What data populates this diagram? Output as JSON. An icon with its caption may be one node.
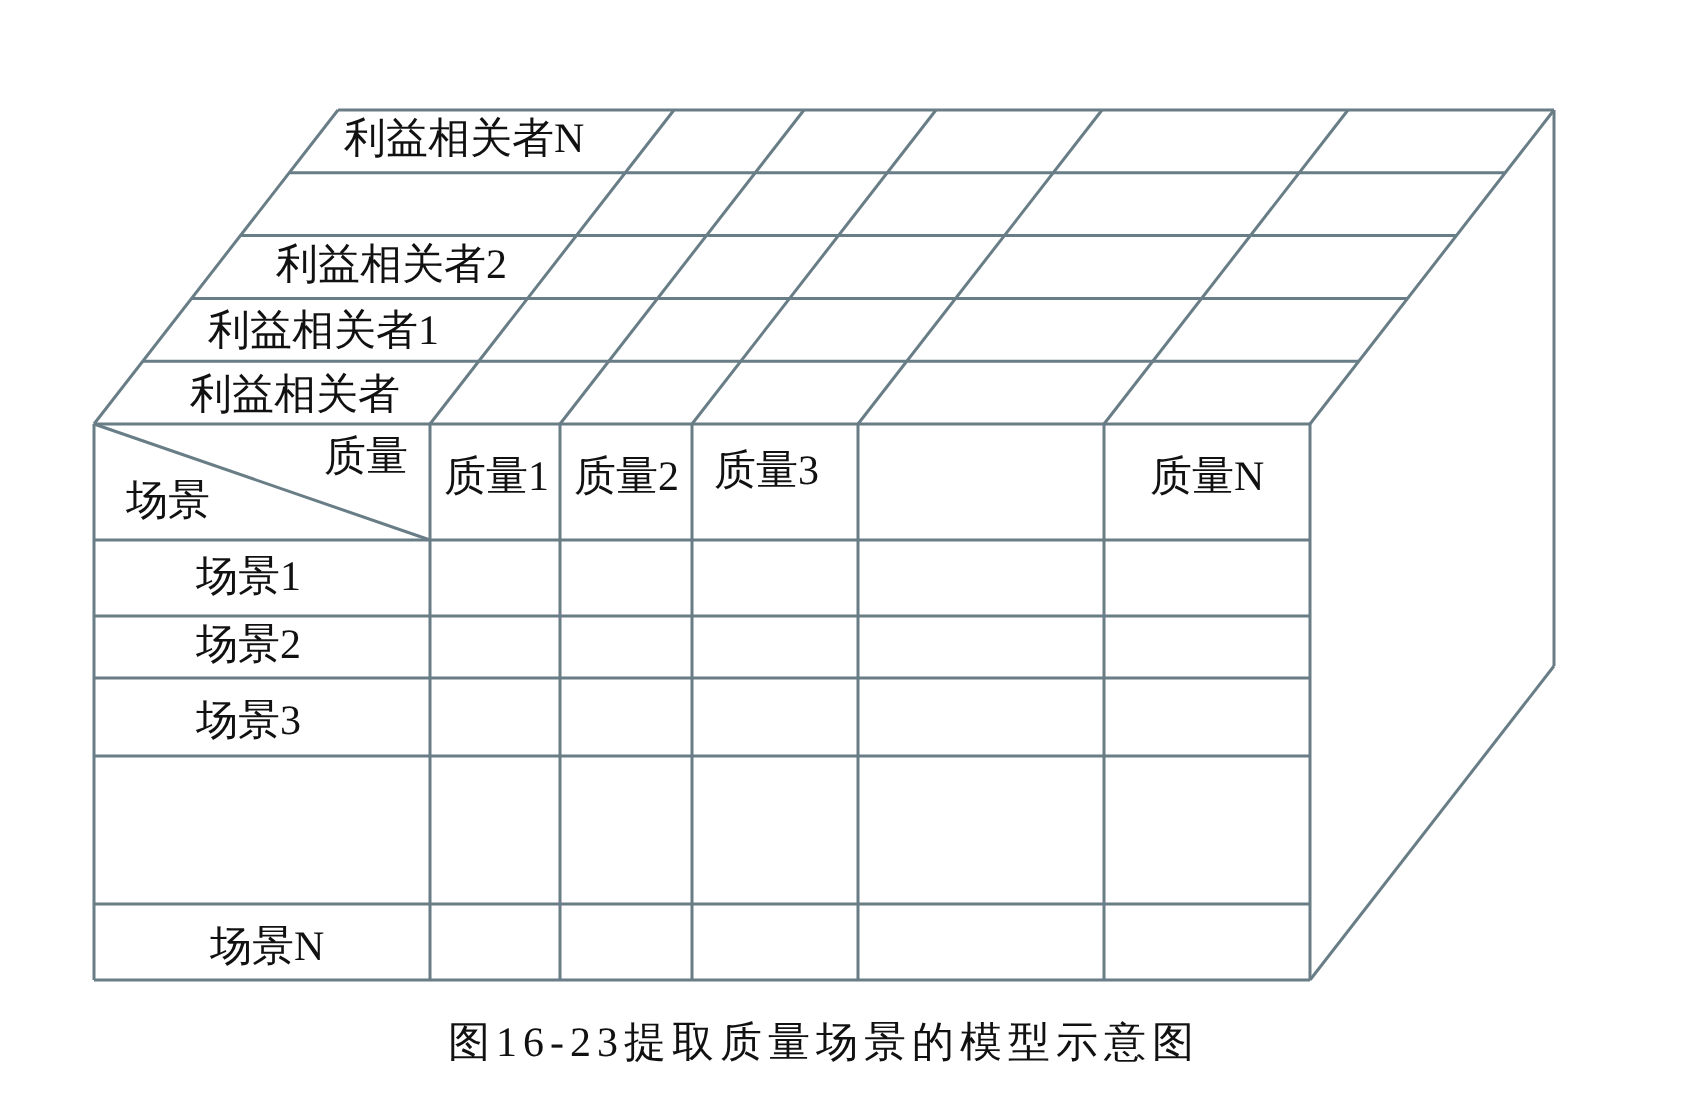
{
  "diagram": {
    "caption": "图16-23提取质量场景的模型示意图",
    "labels": [
      "利益相关者N",
      "利益相关者2",
      "利益相关者1",
      "利益相关者",
      "质量",
      "质量1",
      "质量2",
      "质量3",
      "质量N",
      "场景",
      "场景1",
      "场景2",
      "场景3",
      "场景N"
    ]
  }
}
